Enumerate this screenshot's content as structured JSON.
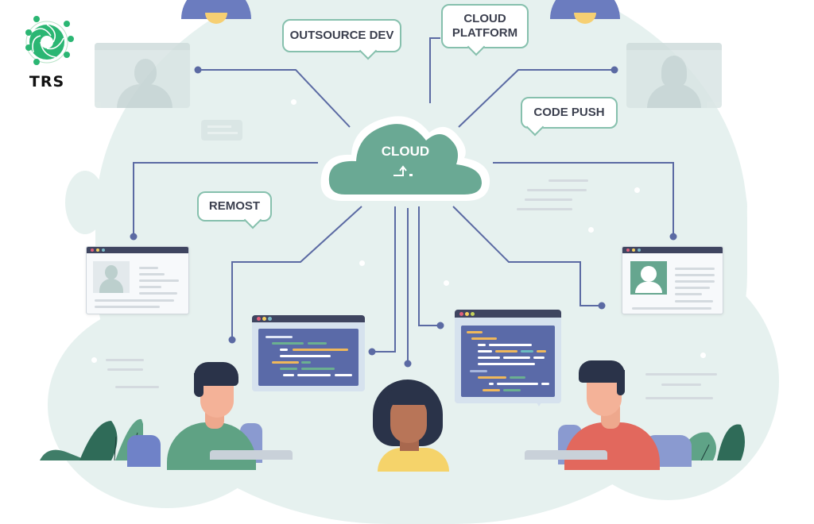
{
  "logo": {
    "text": "TRS",
    "icon": "aperture-logo-icon",
    "color": "#27b36a"
  },
  "diagram": {
    "center": {
      "label": "CLOUD",
      "icon": "upload-arrow-icon",
      "color": "#6aa994"
    },
    "bubbles": [
      {
        "id": "outsource-dev",
        "label": "OUTSOURCE DEV"
      },
      {
        "id": "cloud-platform",
        "label_line1": "CLOUD",
        "label_line2": "PLATFORM"
      },
      {
        "id": "code-push",
        "label": "CODE PUSH"
      },
      {
        "id": "remost",
        "label": "REMOST"
      }
    ],
    "people": [
      {
        "id": "developer-left",
        "shirt": "#5fa284"
      },
      {
        "id": "developer-center",
        "shirt": "#f5d36a"
      },
      {
        "id": "developer-right",
        "shirt": "#e2685d"
      }
    ],
    "colors": {
      "background_blob": "#e6f1ef",
      "connector": "#5b6aa3",
      "bubble_border": "#86c0ad",
      "bubble_text": "#3b3f4e",
      "code_panel": "#5a6aa8",
      "lamp": "#6b7cbf",
      "bulb": "#f6cf72"
    }
  }
}
